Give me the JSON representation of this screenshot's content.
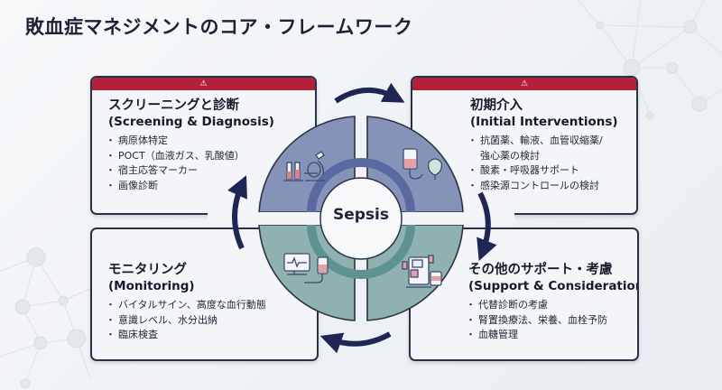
{
  "title": "敗血症マネジメントのコア・フレームワーク",
  "center": {
    "label": "Sepsis"
  },
  "colors": {
    "accent_red": "#b3203a",
    "quadrant_top": "#8593b8",
    "quadrant_bottom": "#8fb2b1",
    "arrow": "#1f2656",
    "text_dark": "#151b2a"
  },
  "cards": {
    "screening": {
      "header_icon": "warning-icon",
      "title_jp": "スクリーニングと診断",
      "title_en": "(Screening & Diagnosis)",
      "items": [
        "病原体特定",
        "POCT（血液ガス、乳酸値）",
        "宿主応答マーカー",
        "画像診断"
      ],
      "icon": "test-tubes-microscope-icon"
    },
    "initial": {
      "header_icon": "warning-icon",
      "title_jp": "初期介入",
      "title_en": "(Initial Interventions)",
      "items": [
        "抗菌薬、輸液、血管収縮薬/",
        "強心薬の検討",
        "酸素・呼吸器サポート",
        "感染源コントロールの検討"
      ],
      "icon": "iv-bag-oxygen-mask-icon"
    },
    "monitoring": {
      "title_jp": "モニタリング",
      "title_en": "(Monitoring)",
      "items": [
        "バイタルサイン、高度な血行動態",
        "意識レベル、水分出納",
        "臨床検査"
      ],
      "icon": "monitor-iv-icon"
    },
    "support": {
      "title_jp": "その他のサポート・考慮",
      "title_en": "(Support & Considerations)",
      "items": [
        "代替診断の考慮",
        "腎置換療法、栄養、血栓予防",
        "血糖管理"
      ],
      "icon": "dialysis-machine-icon"
    }
  },
  "warning_glyph": "⚠"
}
